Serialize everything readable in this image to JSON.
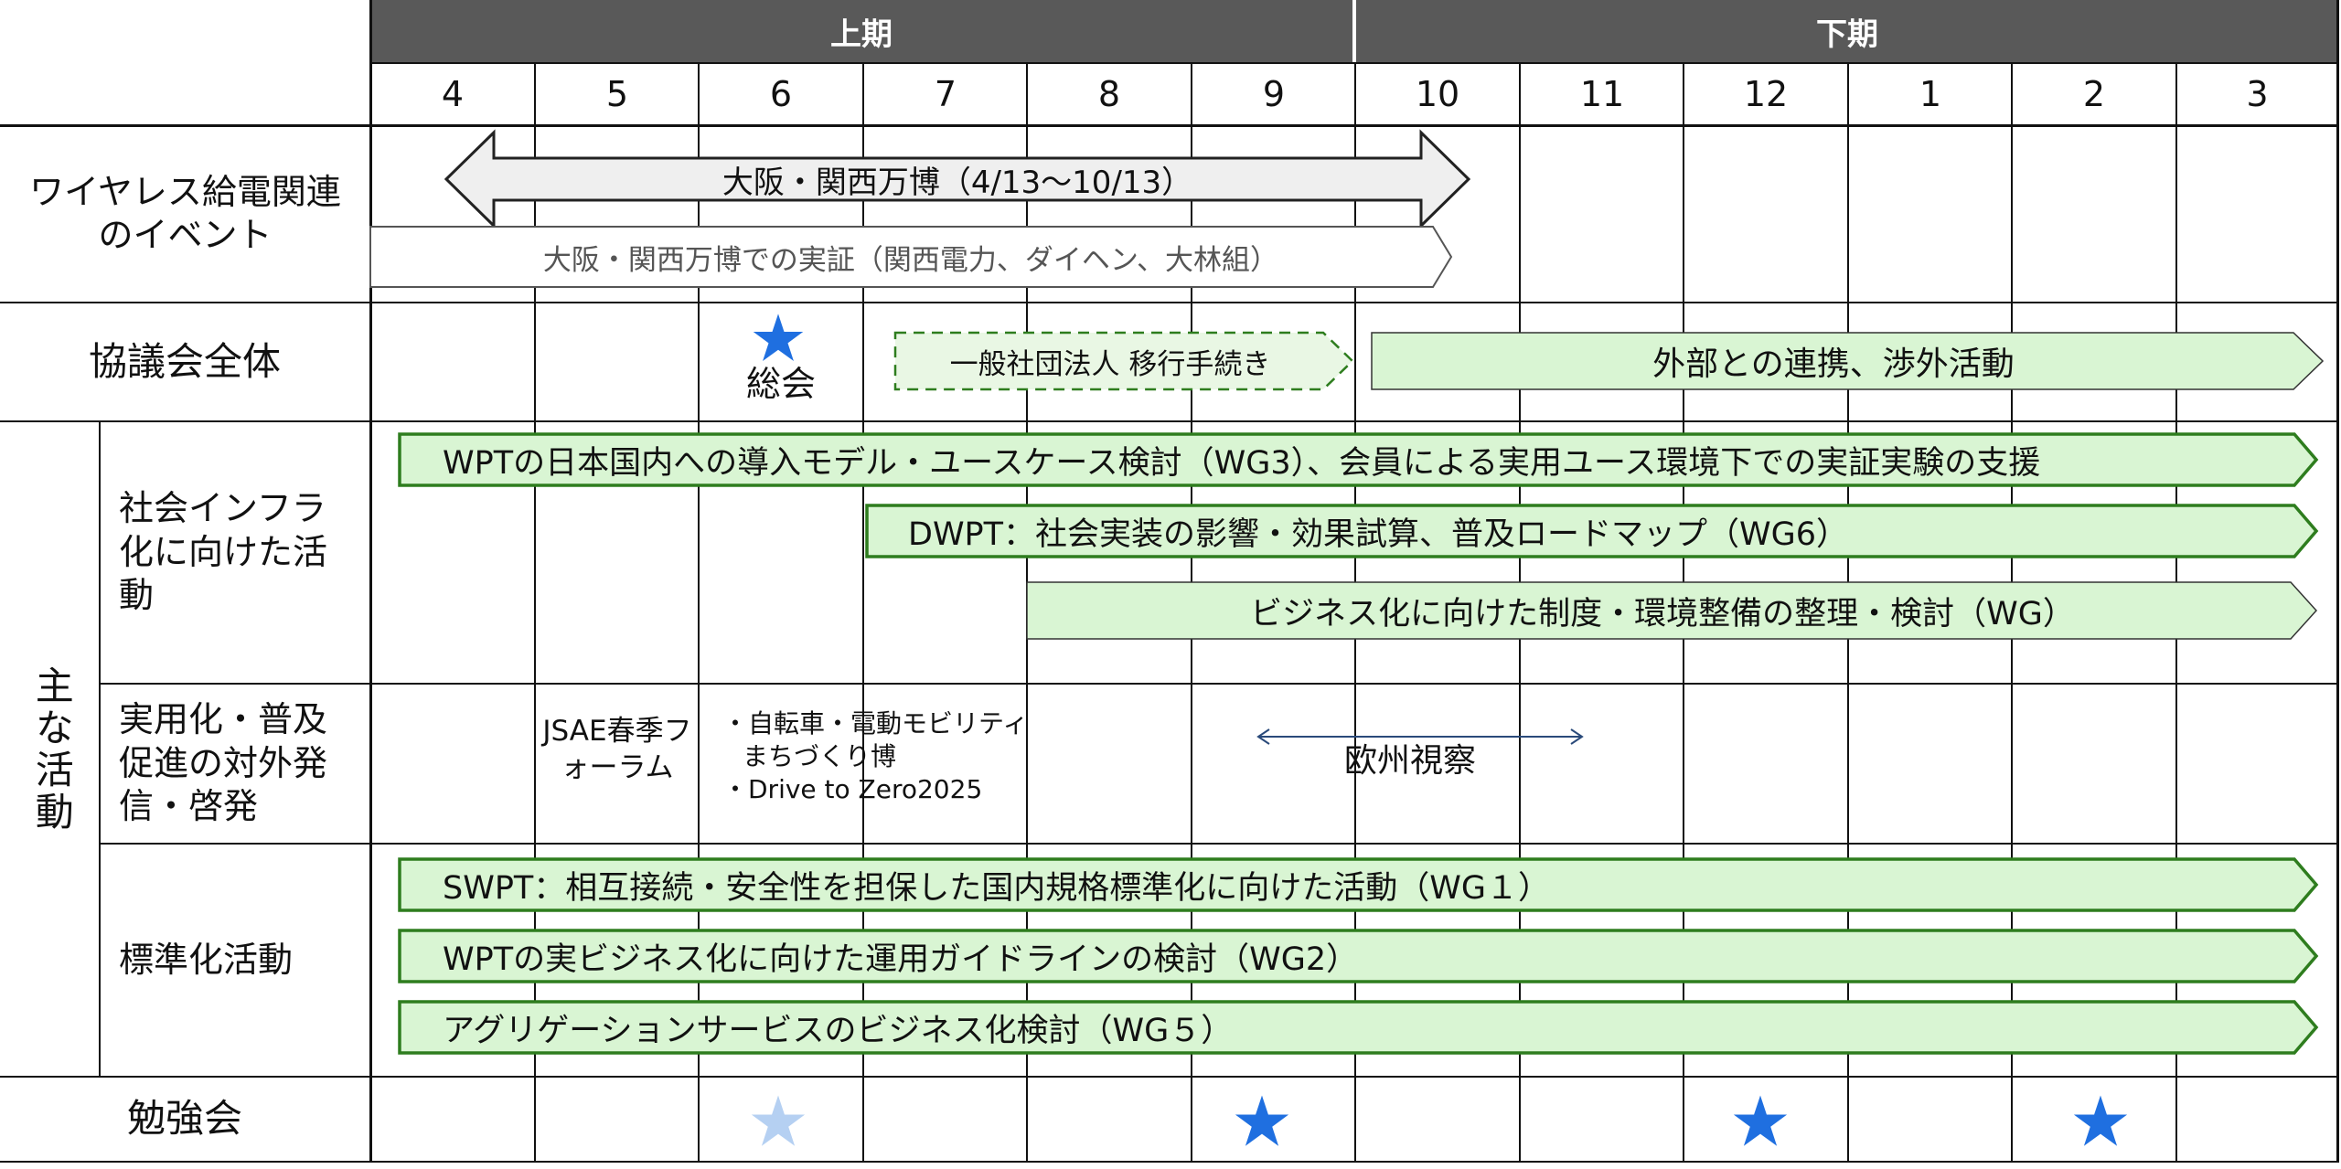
{
  "header": {
    "first_half": "上期",
    "second_half": "下期",
    "months": [
      "4",
      "5",
      "6",
      "7",
      "8",
      "9",
      "10",
      "11",
      "12",
      "1",
      "2",
      "3"
    ]
  },
  "rows": {
    "wireless_events": "ワイヤレス給電関連のイベント",
    "council": "協議会全体",
    "main_activities": "主な活動",
    "social_infra": "社会インフラ化に向けた活動",
    "outreach": "実用化・普及促進の対外発信・啓発",
    "standardization": "標準化活動",
    "study_group": "勉強会"
  },
  "events": {
    "expo": "大阪・関西万博（4/13～10/13）",
    "expo_demo": "大阪・関西万博での実証（関西電力、ダイヘン、大林組）"
  },
  "council": {
    "general_meeting": "総会",
    "incorporation": "一般社団法人 移行手続き",
    "external": "外部との連携、渉外活動"
  },
  "social_infra": {
    "wg3": "WPTの日本国内への導入モデル・ユースケース検討（WG3）、会員による実用ユース環境下での実証実験の支援",
    "wg6": "DWPT：社会実装の影響・効果試算、普及ロードマップ（WG6）",
    "wg": "ビジネス化に向けた制度・環境整備の整理・検討（WG）"
  },
  "outreach": {
    "jsae": "JSAE春季フォーラム",
    "bicycle_line1": "・自転車・電動モビリティ",
    "bicycle_line2": "まちづくり博",
    "drive": "・Drive to Zero2025",
    "europe": "欧州視察"
  },
  "standardization": {
    "wg1": "SWPT：相互接続・安全性を担保した国内規格標準化に向けた活動（WG１）",
    "wg2": "WPTの実ビジネス化に向けた運用ガイドラインの検討（WG2）",
    "wg5": "アグリゲーションサービスのビジネス化検討（WG５）"
  },
  "colors": {
    "header": "#595959",
    "green_fill": "#d9f5d3",
    "green_border": "#2e7d1e",
    "star_blue": "#1f6fe0",
    "star_faded": "#a8c8f0",
    "grey_fill": "#efefef"
  }
}
